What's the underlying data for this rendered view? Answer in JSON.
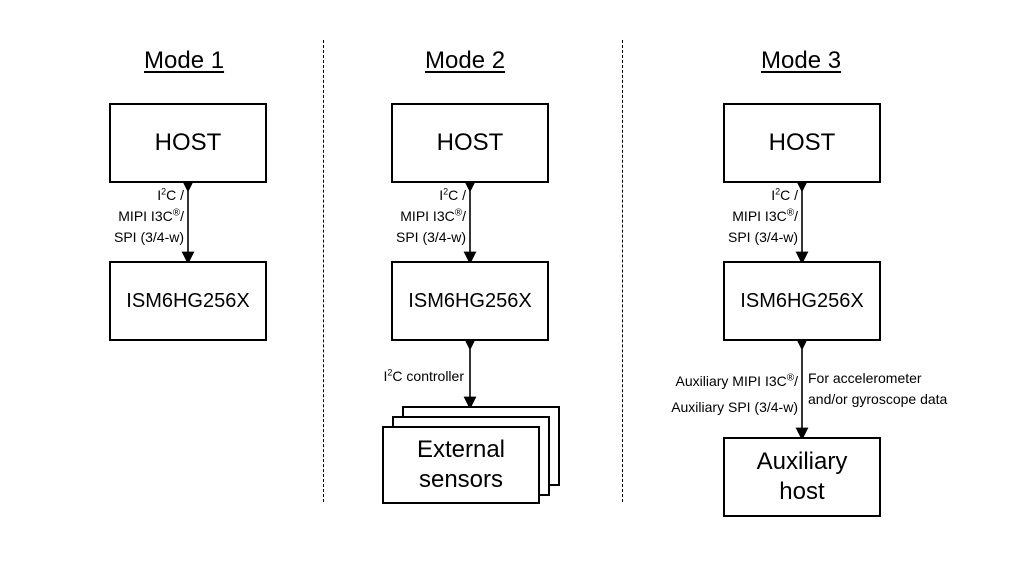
{
  "mode1": {
    "title": "Mode 1",
    "host": "HOST",
    "chip": "ISM6HG256X",
    "link": {
      "i2c_prefix": "I",
      "i2c_sup": "2",
      "i2c_suffix": "C /",
      "mipi": "MIPI I3C",
      "reg": "®",
      "mipi_suffix": "/",
      "spi": "SPI (3/4-w)"
    }
  },
  "mode2": {
    "title": "Mode 2",
    "host": "HOST",
    "chip": "ISM6HG256X",
    "link": {
      "i2c_prefix": "I",
      "i2c_sup": "2",
      "i2c_suffix": "C /",
      "mipi": "MIPI I3C",
      "reg": "®",
      "mipi_suffix": "/",
      "spi": "SPI (3/4-w)"
    },
    "controller": {
      "prefix": "I",
      "sup": "2",
      "suffix": "C controller"
    },
    "sensors_line1": "External",
    "sensors_line2": "sensors"
  },
  "mode3": {
    "title": "Mode 3",
    "host": "HOST",
    "chip": "ISM6HG256X",
    "link": {
      "i2c_prefix": "I",
      "i2c_sup": "2",
      "i2c_suffix": "C /",
      "mipi": "MIPI I3C",
      "reg": "®",
      "mipi_suffix": "/",
      "spi": "SPI (3/4-w)"
    },
    "aux_left_line1": "Auxiliary MIPI I3C",
    "aux_left_reg": "®",
    "aux_left_suffix": "/",
    "aux_left_line2": "Auxiliary SPI (3/4-w)",
    "aux_right_line1": "For accelerometer",
    "aux_right_line2": "and/or gyroscope data",
    "aux_host_line1": "Auxiliary",
    "aux_host_line2": "host"
  }
}
